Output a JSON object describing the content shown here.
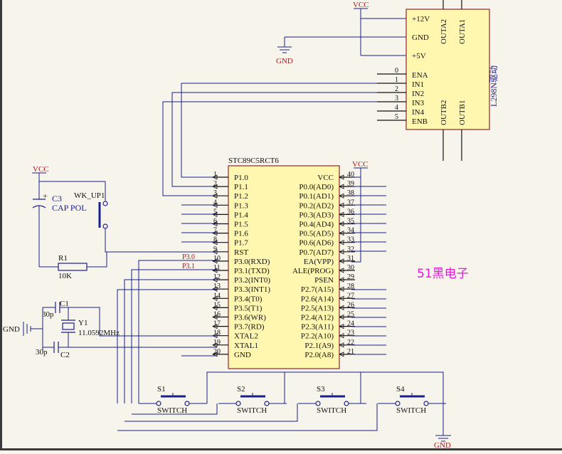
{
  "power": {
    "vcc_top": "VCC",
    "vcc_left": "VCC",
    "vcc_mcu": "VCC",
    "gnd_top": "GND",
    "gnd_bottom": "GND",
    "gnd_left": "GND"
  },
  "l298": {
    "title": "L298N驱动",
    "left_pins": [
      "+12V",
      "GND",
      "+5V",
      "ENA",
      "IN1",
      "IN2",
      "IN3",
      "IN4",
      "ENB"
    ],
    "pin_numbers": [
      "0",
      "1",
      "2",
      "3",
      "4",
      "5"
    ],
    "outputs": [
      "OUTA2",
      "OUTA1",
      "OUTB2",
      "OUTB1"
    ]
  },
  "mcu": {
    "title": "STC89C5RCT6",
    "left_pins": [
      "P1.0",
      "P1.1",
      "P1.2",
      "P1.3",
      "P1.4",
      "P1.5",
      "P1.6",
      "P1.7",
      "RST",
      "P3.0(RXD)",
      "P3.1(TXD)",
      "P3.2(INT0)",
      "P3.3(INT1)",
      "P3.4(T0)",
      "P3.5(T1)",
      "P3.6(WR)",
      "P3.7(RD)",
      "XTAL2",
      "XTAL1",
      "GND"
    ],
    "left_numbers": [
      "1",
      "2",
      "3",
      "4",
      "5",
      "6",
      "7",
      "8",
      "9",
      "10",
      "11",
      "12",
      "13",
      "14",
      "15",
      "16",
      "17",
      "18",
      "19",
      "20"
    ],
    "right_pins": [
      "VCC",
      "P0.0(AD0)",
      "P0.1(AD1)",
      "P0.2(AD2)",
      "P0.3(AD3)",
      "P0.4(AD4)",
      "P0.5(AD5)",
      "P0.6(AD6)",
      "P0.7(AD7)",
      "EA(VPP)",
      "ALE(PROG)",
      "PSEN",
      "P2.7(A15)",
      "P2.6(A14)",
      "P2.5(A13)",
      "P2.4(A12)",
      "P2.3(A11)",
      "P2.2(A10)",
      "P2.1(A9)",
      "P2.0(A8)"
    ],
    "right_numbers": [
      "40",
      "39",
      "38",
      "37",
      "36",
      "35",
      "34",
      "33",
      "32",
      "31",
      "30",
      "29",
      "28",
      "27",
      "26",
      "25",
      "24",
      "23",
      "22",
      "21"
    ],
    "net_labels": [
      "P3.0",
      "P3.1"
    ]
  },
  "components": {
    "c3": "C3",
    "c3_type": "CAP POL",
    "c3_plus": "+",
    "wk": "WK_UP1",
    "r1": "R1",
    "r1_val": "10K",
    "c1": "C1",
    "c1_val": "30p",
    "c2": "C2",
    "c2_val": "30p",
    "y1": "Y1",
    "y1_val": "11.0592MHz"
  },
  "switches": [
    {
      "name": "S1",
      "type": "SWITCH"
    },
    {
      "name": "S2",
      "type": "SWITCH"
    },
    {
      "name": "S3",
      "type": "SWITCH"
    },
    {
      "name": "S4",
      "type": "SWITCH"
    }
  ],
  "brand": "51黑电子",
  "colors": {
    "wire": "#1a1f8a",
    "chip_fill": "#fff7b0",
    "net_label": "#b01818",
    "brand": "#e01ad8"
  }
}
